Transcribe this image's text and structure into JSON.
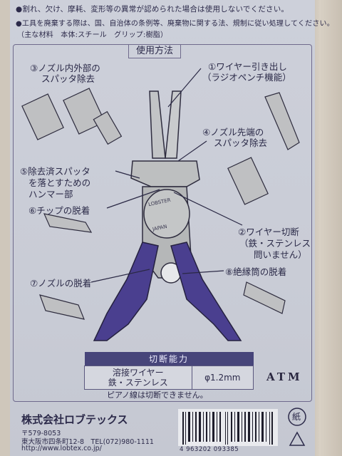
{
  "warnings": [
    "●割れ、欠け、摩耗、変形等の異常が認められた場合は使用しないでください。",
    "●工具を廃棄する際は、国、自治体の条例等、廃棄物に関する法、規制に従い処理してください。",
    "（主な材料　本体:スチール　グリップ:樹脂）"
  ],
  "panel_title": "使用方法",
  "labels": {
    "l1a": "①ワイヤー引き出し",
    "l1b": "（ラジオペンチ機能）",
    "l2a": "②ワイヤー切断",
    "l2b": "（鉄・ステンレス",
    "l2c": "問いません）",
    "l3a": "③ノズル内外部の",
    "l3b": "スパッタ除去",
    "l4a": "④ノズル先端の",
    "l4b": "スパッタ除去",
    "l5a": "⑤除去済スパッタ",
    "l5b": "を落とすための",
    "l5c": "ハンマー部",
    "l6": "⑥チップの脱着",
    "l7": "⑦ノズルの脱着",
    "l8": "⑧絶縁筒の脱着"
  },
  "tool_marks": [
    "LOBSTER",
    "JAPAN"
  ],
  "spec": {
    "title": "切断能力",
    "row1": "溶接ワイヤー",
    "row2": "鉄・ステンレス",
    "value": "φ1.2mm"
  },
  "brand": "ATM",
  "piano_note": "ピアノ線は切断できません。",
  "company": "株式会社ロブテックス",
  "postal": "〒579-8053",
  "address": "東大阪市四条町12-8　TEL(072)980-1111",
  "url": "http://www.lobtex.co.jp/",
  "barcode_number": "4 963202 093385",
  "recycle_mark": "紙",
  "colors": {
    "ink": "#2c2a4a",
    "grip": "#4a3f8f",
    "steel": "#b8b8b4"
  }
}
